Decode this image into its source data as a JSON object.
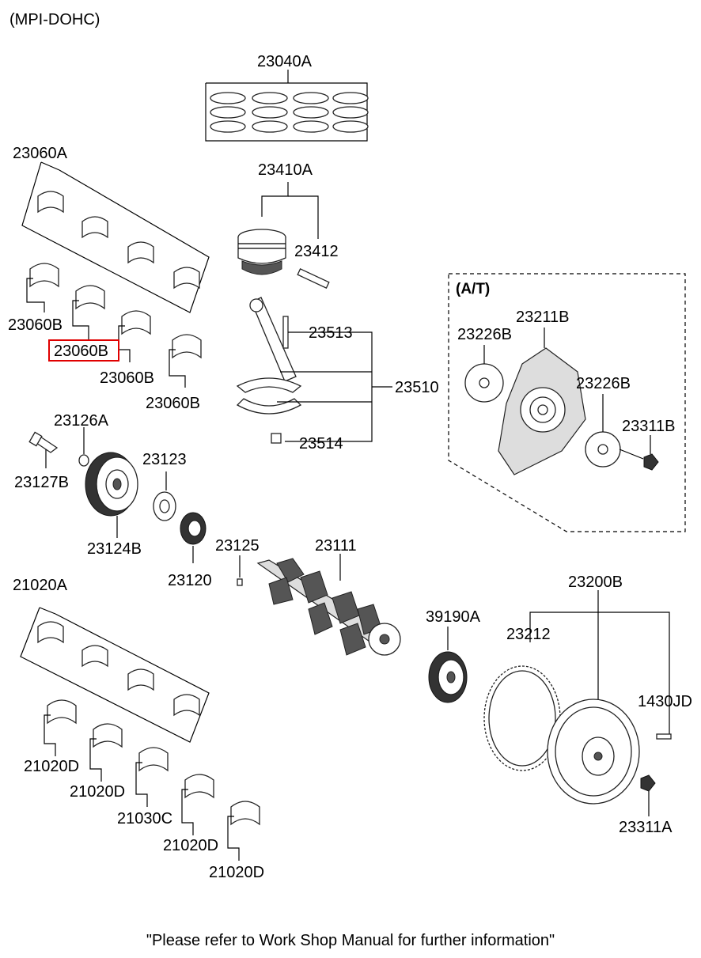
{
  "header": {
    "engine": "(MPI-DOHC)"
  },
  "at_box_label": "(A/T)",
  "labels": {
    "l23040A": "23040A",
    "l23060A": "23060A",
    "l23410A": "23410A",
    "l23412": "23412",
    "l23060B_1": "23060B",
    "l23060B_2": "23060B",
    "l23060B_3": "23060B",
    "l23060B_4": "23060B",
    "l23513": "23513",
    "l23510": "23510",
    "l23514": "23514",
    "l23211B": "23211B",
    "l23226B_1": "23226B",
    "l23226B_2": "23226B",
    "l23311B": "23311B",
    "l23126A": "23126A",
    "l23127B": "23127B",
    "l23123": "23123",
    "l23124B": "23124B",
    "l23120": "23120",
    "l23125": "23125",
    "l23111": "23111",
    "l21020A": "21020A",
    "l23200B": "23200B",
    "l39190A": "39190A",
    "l23212": "23212",
    "l1430JD": "1430JD",
    "l21020D_1": "21020D",
    "l21020D_2": "21020D",
    "l21030C": "21030C",
    "l21020D_3": "21020D",
    "l21020D_4": "21020D",
    "l23311A": "23311A"
  },
  "highlighted_part": "23060B",
  "highlight_color": "#e00000",
  "footer": "\"Please refer to Work Shop Manual for further information\""
}
